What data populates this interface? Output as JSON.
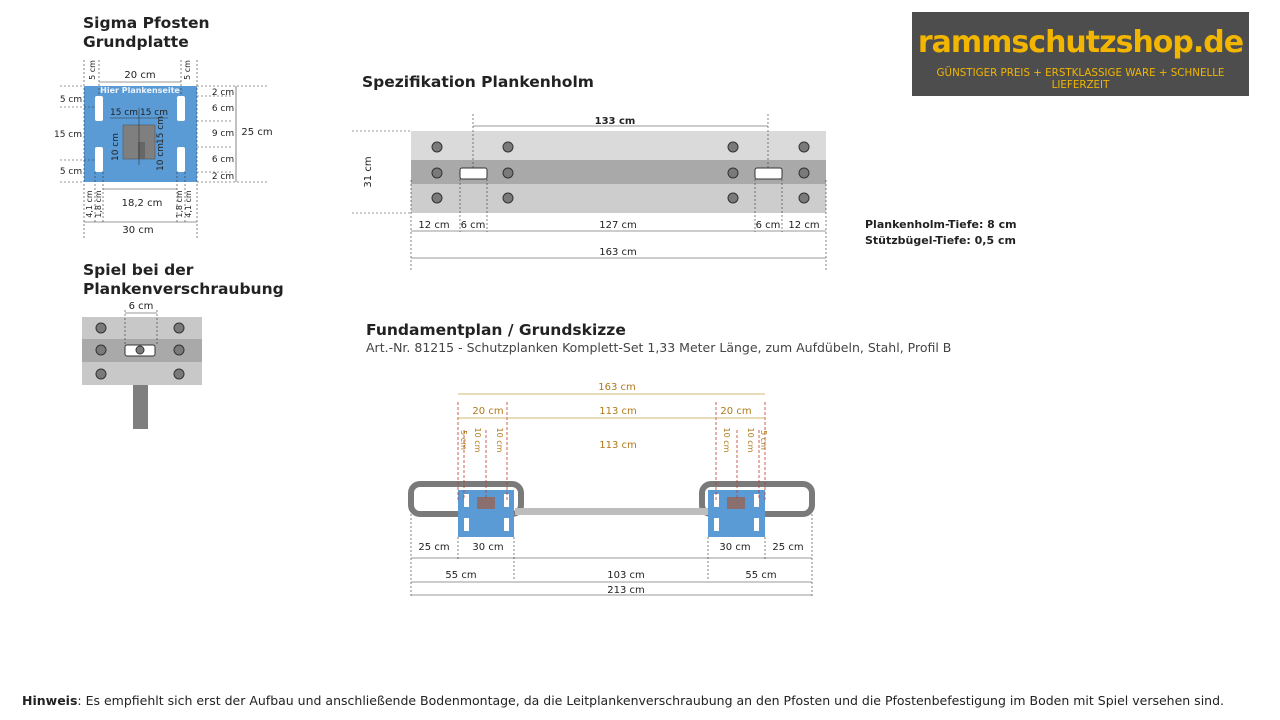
{
  "logo": {
    "brand": "rammschutzshop.de",
    "tagline": "GÜNSTIGER PREIS + ERSTKLASSIGE WARE + SCHNELLE LIEFERZEIT",
    "bg": "#4d4d4d",
    "accent": "#f2b600"
  },
  "sections": {
    "grundplatte": {
      "title_line1": "Sigma Pfosten",
      "title_line2": "Grundplatte"
    },
    "spiel": {
      "title_line1": "Spiel bei der",
      "title_line2": "Plankenverschraubung"
    },
    "plankenholm": {
      "title": "Spezifikation Plankenholm"
    },
    "fundament": {
      "title": "Fundamentplan / Grundskizze",
      "subtitle": "Art.-Nr. 81215 - Schutzplanken Komplett-Set 1,33 Meter Länge, zum Aufdübeln, Stahl, Profil B"
    }
  },
  "grundplatte_dims": {
    "top_width": "20 cm",
    "top_left_margin": "5 cm",
    "top_right_margin": "5 cm",
    "label_side": "Hier Plankenseite",
    "left_top": "5 cm",
    "left_mid": "15 cm",
    "left_bottom": "5 cm",
    "inner_h1": "15 cm",
    "inner_h2": "15 cm",
    "inner_v1": "10 cm",
    "inner_v2": "15 cm",
    "inner_v3": "10 cm",
    "right_1": "2 cm",
    "right_2": "6 cm",
    "right_3": "9 cm",
    "right_4": "6 cm",
    "right_5": "2 cm",
    "right_total": "25 cm",
    "bottom_inner": "18,2 cm",
    "bottom_l1": "4,1 cm",
    "bottom_l2": "1,8 cm",
    "bottom_r1": "1,8 cm",
    "bottom_r2": "4,1 cm",
    "bottom_total": "30 cm"
  },
  "spiel_dims": {
    "gap": "6 cm"
  },
  "plankenholm_dims": {
    "hole_span": "133 cm",
    "height": "31 cm",
    "seg_left": "12 cm",
    "slot_left": "6 cm",
    "middle": "127 cm",
    "slot_right": "6 cm",
    "seg_right": "12 cm",
    "total": "163 cm",
    "spec_depth": "Plankenholm-Tiefe: 8 cm",
    "spec_buegel": "Stützbügel-Tiefe: 0,5 cm"
  },
  "fundament_dims": {
    "top_total": "163 cm",
    "left_post": "20 cm",
    "middle": "113 cm",
    "right_post": "20 cm",
    "inner_label": "113 cm",
    "v_5a": "5 cm",
    "v_10a": "10 cm",
    "v_10b": "10 cm",
    "v_10c": "10 cm",
    "v_10d": "10 cm",
    "v_5b": "5 cm",
    "bl_25": "25 cm",
    "bl_30": "30 cm",
    "br_30": "30 cm",
    "br_25": "25 cm",
    "row2_left": "55 cm",
    "row2_mid": "103 cm",
    "row2_right": "55 cm",
    "row3_total": "213 cm"
  },
  "hinweis": {
    "label": "Hinweis",
    "text": ": Es empfiehlt sich erst der Aufbau und anschließende Bodenmontage, da die Leitplankenverschraubung an den Pfosten und die Pfostenbefestigung im Boden mit Spiel versehen sind."
  }
}
